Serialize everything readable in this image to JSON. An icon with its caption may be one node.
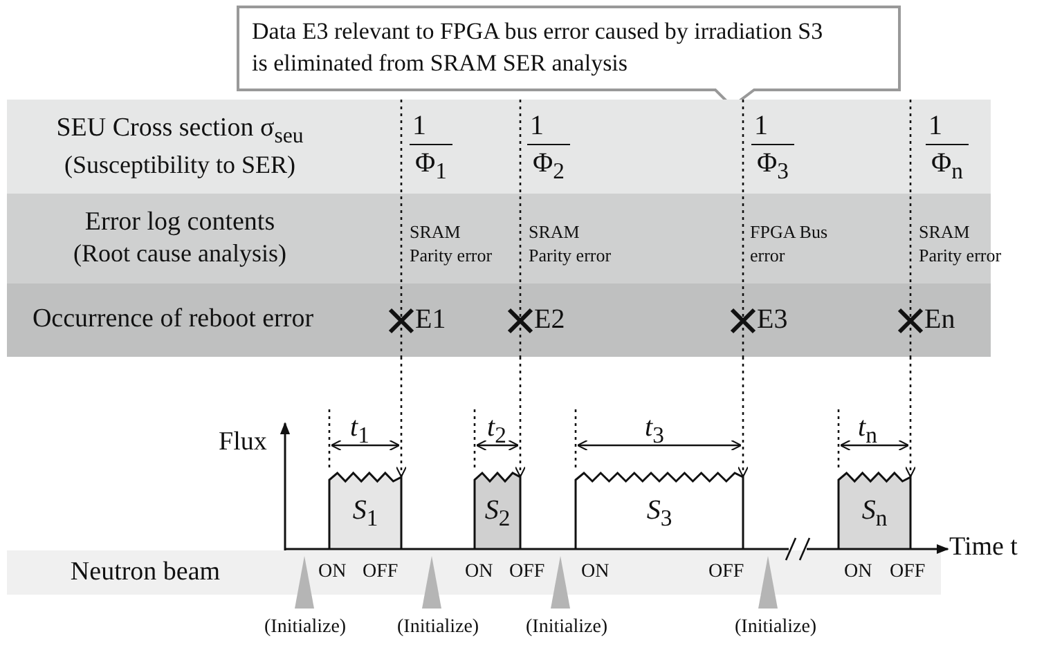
{
  "diagram": {
    "nodes": [
      {
        "text": [
          "Data E3 relevant to FPGA bus error caused by irradiation S3 is eliminated from SRAM SER analysis"
        ]
      },
      {
        "text": [
          "SEU Cross section σ$_{seu}$",
          "(Susceptibility to SER)"
        ]
      },
      {
        "text": [
          "Error log contents",
          "(Root cause analysis)"
        ]
      },
      {
        "text": [
          "Occurrence of reboot error"
        ]
      },
      {
        "text": [
          "Neutron beam"
        ]
      },
      {
        "text": [
          "*S*$_{1}$"
        ]
      },
      {
        "text": [
          "*S*$_{2}$"
        ]
      },
      {
        "text": [
          "*S*$_{3}$"
        ]
      },
      {
        "text": [
          "*S*$_{n}$"
        ]
      }
    ],
    "edges": [
      {
        "from": 3,
        "to": 5,
        "arrow": "to",
        "style": "dashed"
      },
      {
        "from": 3,
        "to": 6,
        "arrow": "to",
        "style": "dashed"
      },
      {
        "from": 3,
        "to": 7,
        "arrow": "to",
        "style": "dashed"
      },
      {
        "from": 3,
        "to": 8,
        "arrow": "to",
        "style": "dashed"
      }
    ],
    "labels": [
      "1",
      "Φ$_{1}$",
      "1",
      "Φ$_{2}$",
      "1",
      "Φ$_{3}$",
      "1",
      "Φ$_{n}$",
      "SRAM Parity error",
      "SRAM Parity error",
      "FPGA Bus error",
      "SRAM Parity error",
      "E1",
      "E2",
      "E3",
      "En",
      "Flux",
      "*t*$_{1}$",
      "*t*$_{2}$",
      "*t*$_{3}$",
      "*t*$_{n}$",
      "Time t",
      "ON",
      "OFF",
      "ON",
      "OFF",
      "ON",
      "OFF",
      "ON",
      "OFF",
      "(Initialize)",
      "(Initialize)",
      "(Initialize)",
      "(Initialize)"
    ]
  }
}
